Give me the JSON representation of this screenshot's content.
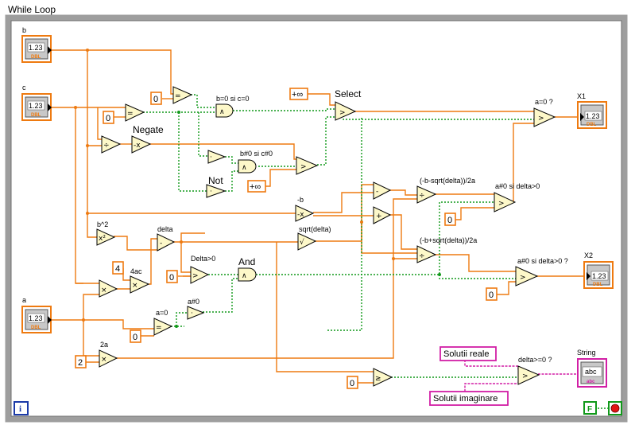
{
  "loop": {
    "title": "While Loop"
  },
  "controls": {
    "b": {
      "label": "b",
      "value": "1.23",
      "type": "DBL"
    },
    "c": {
      "label": "c",
      "value": "1.23",
      "type": "DBL"
    },
    "a": {
      "label": "a",
      "value": "1.23",
      "type": "DBL"
    }
  },
  "indicators": {
    "x1": {
      "label": "X1",
      "value": "1.23",
      "type": "DBL"
    },
    "x2": {
      "label": "X2",
      "value": "1.23",
      "type": "DBL"
    },
    "string": {
      "label": "String",
      "value": "abc",
      "type": "abc"
    }
  },
  "constants": {
    "zero_eq_b": "0",
    "zero_eq_c": "0",
    "plus_inf_1": "+∞",
    "plus_inf_2": "+∞",
    "four": "4",
    "zero_delta": "0",
    "zero_a": "0",
    "two": "2",
    "zero_sel_mid": "0",
    "zero_sel_low": "0",
    "zero_str": "0"
  },
  "labels": {
    "b_eq0_and_c_eq0": "b=0 si c=0",
    "negate": "Negate",
    "b_ne0_and_c_ne0": "b#0 si c#0",
    "not": "Not",
    "select": "Select",
    "a_eq0_q": "a=0 ?",
    "neg_b": "-b",
    "b_sq": "b^2",
    "four_ac": "4ac",
    "delta": "delta",
    "sqrt_delta": "sqrt(delta)",
    "delta_gt0": "Delta>0",
    "and": "And",
    "a_eq0": "a=0",
    "a_ne0": "a#0",
    "two_a": "2a",
    "root1": "(-b-sqrt(delta))/2a",
    "root2": "(-b+sqrt(delta))/2a",
    "a_ne0_delta_gt0": "a#0 si delta>0",
    "a_ne0_delta_gt0_q": "a#0 si delta>0 ?",
    "delta_ge0_q": "delta>=0 ?"
  },
  "strings": {
    "real": "Solutii reale",
    "imag": "Solutii imaginare"
  },
  "loop_controls": {
    "iteration": "i",
    "condition": "F"
  },
  "colors": {
    "numeric_wire": "#ee7a10",
    "boolean_wire": "#11991a",
    "string_wire": "#d21fa5",
    "primitive_fill": "#fdf8c9",
    "loop_border": "#9e9e9e"
  }
}
